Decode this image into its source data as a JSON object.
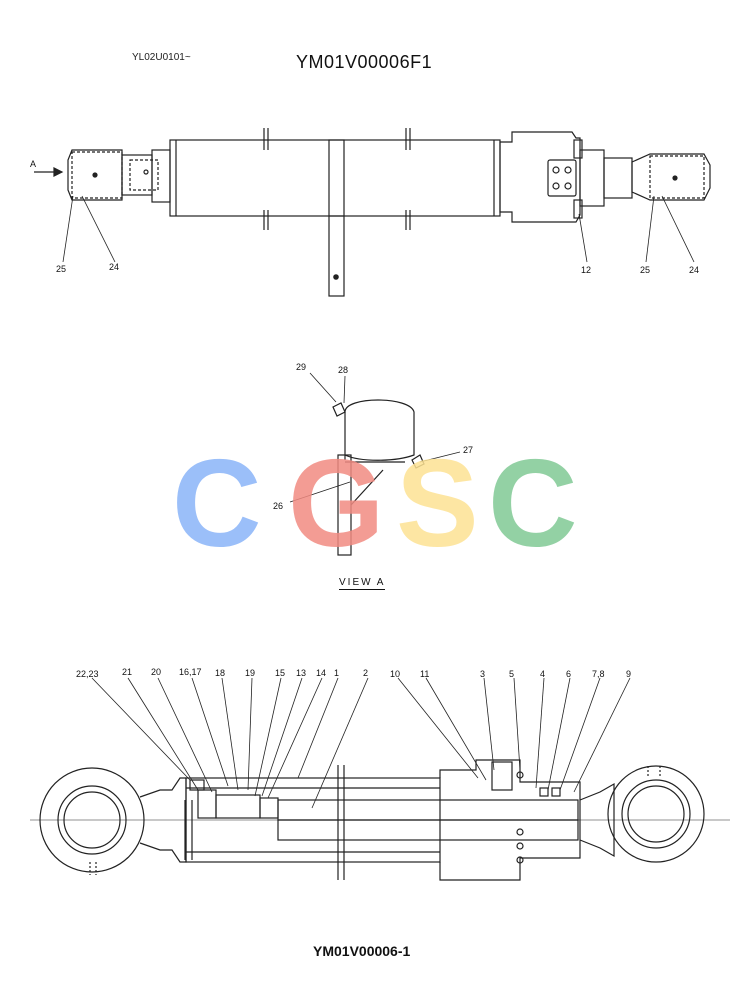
{
  "header": {
    "serial": "YL02U0101~",
    "title": "YM01V00006F1"
  },
  "footer": {
    "title": "YM01V00006-1"
  },
  "view_label": "VIEW  A",
  "arrow_label": "A",
  "watermark": {
    "letters": [
      "C",
      "G",
      "S",
      "C"
    ],
    "colors": [
      "#8ab4f8",
      "#f28b82",
      "#fde293",
      "#81c995"
    ]
  },
  "top_callouts": [
    "25",
    "24",
    "12",
    "25",
    "24"
  ],
  "view_callouts": [
    "29",
    "28",
    "27",
    "26"
  ],
  "bottom_callouts": [
    "22,23",
    "21",
    "20",
    "16,17",
    "18",
    "19",
    "15",
    "13",
    "14",
    "1",
    "2",
    "10",
    "11",
    "3",
    "5",
    "4",
    "6",
    "7,8",
    "9"
  ]
}
